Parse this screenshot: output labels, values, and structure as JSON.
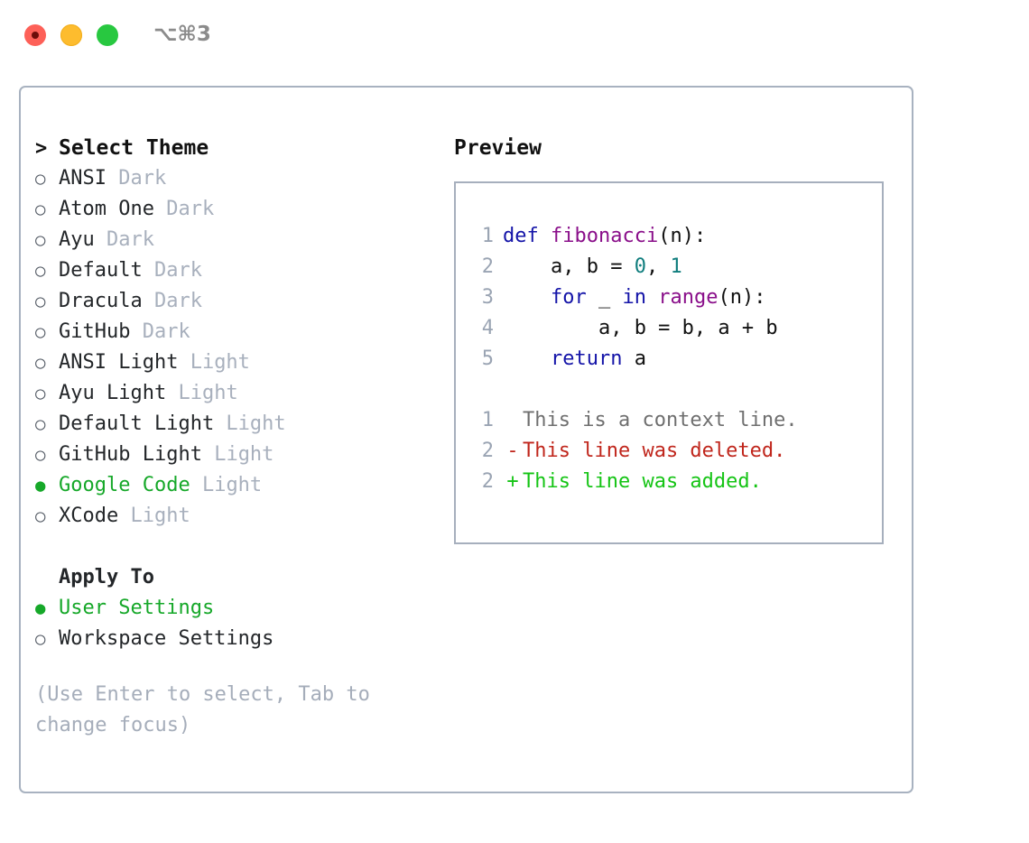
{
  "window": {
    "shortcut_label": "⌥⌘3",
    "traffic_lights": {
      "close": "close-button",
      "minimize": "minimize-button",
      "maximize": "maximize-button"
    }
  },
  "theme_picker": {
    "header": "Select Theme",
    "prompt_marker": ">",
    "marker_unselected": "○",
    "marker_selected": "●",
    "items": [
      {
        "name": "ANSI",
        "variant": "Dark",
        "selected": false
      },
      {
        "name": "Atom One",
        "variant": "Dark",
        "selected": false
      },
      {
        "name": "Ayu",
        "variant": "Dark",
        "selected": false
      },
      {
        "name": "Default",
        "variant": "Dark",
        "selected": false
      },
      {
        "name": "Dracula",
        "variant": "Dark",
        "selected": false
      },
      {
        "name": "GitHub",
        "variant": "Dark",
        "selected": false
      },
      {
        "name": "ANSI Light",
        "variant": "Light",
        "selected": false
      },
      {
        "name": "Ayu Light",
        "variant": "Light",
        "selected": false
      },
      {
        "name": "Default Light",
        "variant": "Light",
        "selected": false
      },
      {
        "name": "GitHub Light",
        "variant": "Light",
        "selected": false
      },
      {
        "name": "Google Code",
        "variant": "Light",
        "selected": true
      },
      {
        "name": "XCode",
        "variant": "Light",
        "selected": false
      }
    ]
  },
  "apply_to": {
    "header": "Apply To",
    "items": [
      {
        "name": "User Settings",
        "selected": true
      },
      {
        "name": "Workspace Settings",
        "selected": false
      }
    ]
  },
  "hint": "(Use Enter to select, Tab to change focus)",
  "preview": {
    "title": "Preview",
    "code_lines": [
      {
        "no": "1",
        "tokens": [
          {
            "t": "def",
            "c": "kw"
          },
          {
            "t": " ",
            "c": "pl"
          },
          {
            "t": "fibonacci",
            "c": "fn"
          },
          {
            "t": "(n):",
            "c": "pl"
          }
        ]
      },
      {
        "no": "2",
        "tokens": [
          {
            "t": "    a, b = ",
            "c": "pl"
          },
          {
            "t": "0",
            "c": "num"
          },
          {
            "t": ", ",
            "c": "pl"
          },
          {
            "t": "1",
            "c": "num"
          }
        ]
      },
      {
        "no": "3",
        "tokens": [
          {
            "t": "    ",
            "c": "pl"
          },
          {
            "t": "for",
            "c": "kw"
          },
          {
            "t": " _ ",
            "c": "pl"
          },
          {
            "t": "in",
            "c": "kw"
          },
          {
            "t": " ",
            "c": "pl"
          },
          {
            "t": "range",
            "c": "fn"
          },
          {
            "t": "(n):",
            "c": "pl"
          }
        ]
      },
      {
        "no": "4",
        "tokens": [
          {
            "t": "        a, b = b, a + b",
            "c": "pl"
          }
        ]
      },
      {
        "no": "5",
        "tokens": [
          {
            "t": "    ",
            "c": "pl"
          },
          {
            "t": "return",
            "c": "kw"
          },
          {
            "t": " a",
            "c": "pl"
          }
        ]
      }
    ],
    "diff_lines": [
      {
        "no": "1",
        "marker": " ",
        "text": "This is a context line.",
        "kind": "ctx"
      },
      {
        "no": "2",
        "marker": "-",
        "text": "This line was deleted.",
        "kind": "del"
      },
      {
        "no": "2",
        "marker": "+",
        "text": "This line was added.",
        "kind": "add"
      }
    ]
  },
  "colors": {
    "accent_green": "#16a829",
    "muted": "#a8b0bd",
    "border": "#a8b2c0",
    "keyword": "#1414a8",
    "function": "#8a0f8a",
    "number": "#0f7d7d",
    "diff_add": "#15c415",
    "diff_del": "#c0261c"
  }
}
